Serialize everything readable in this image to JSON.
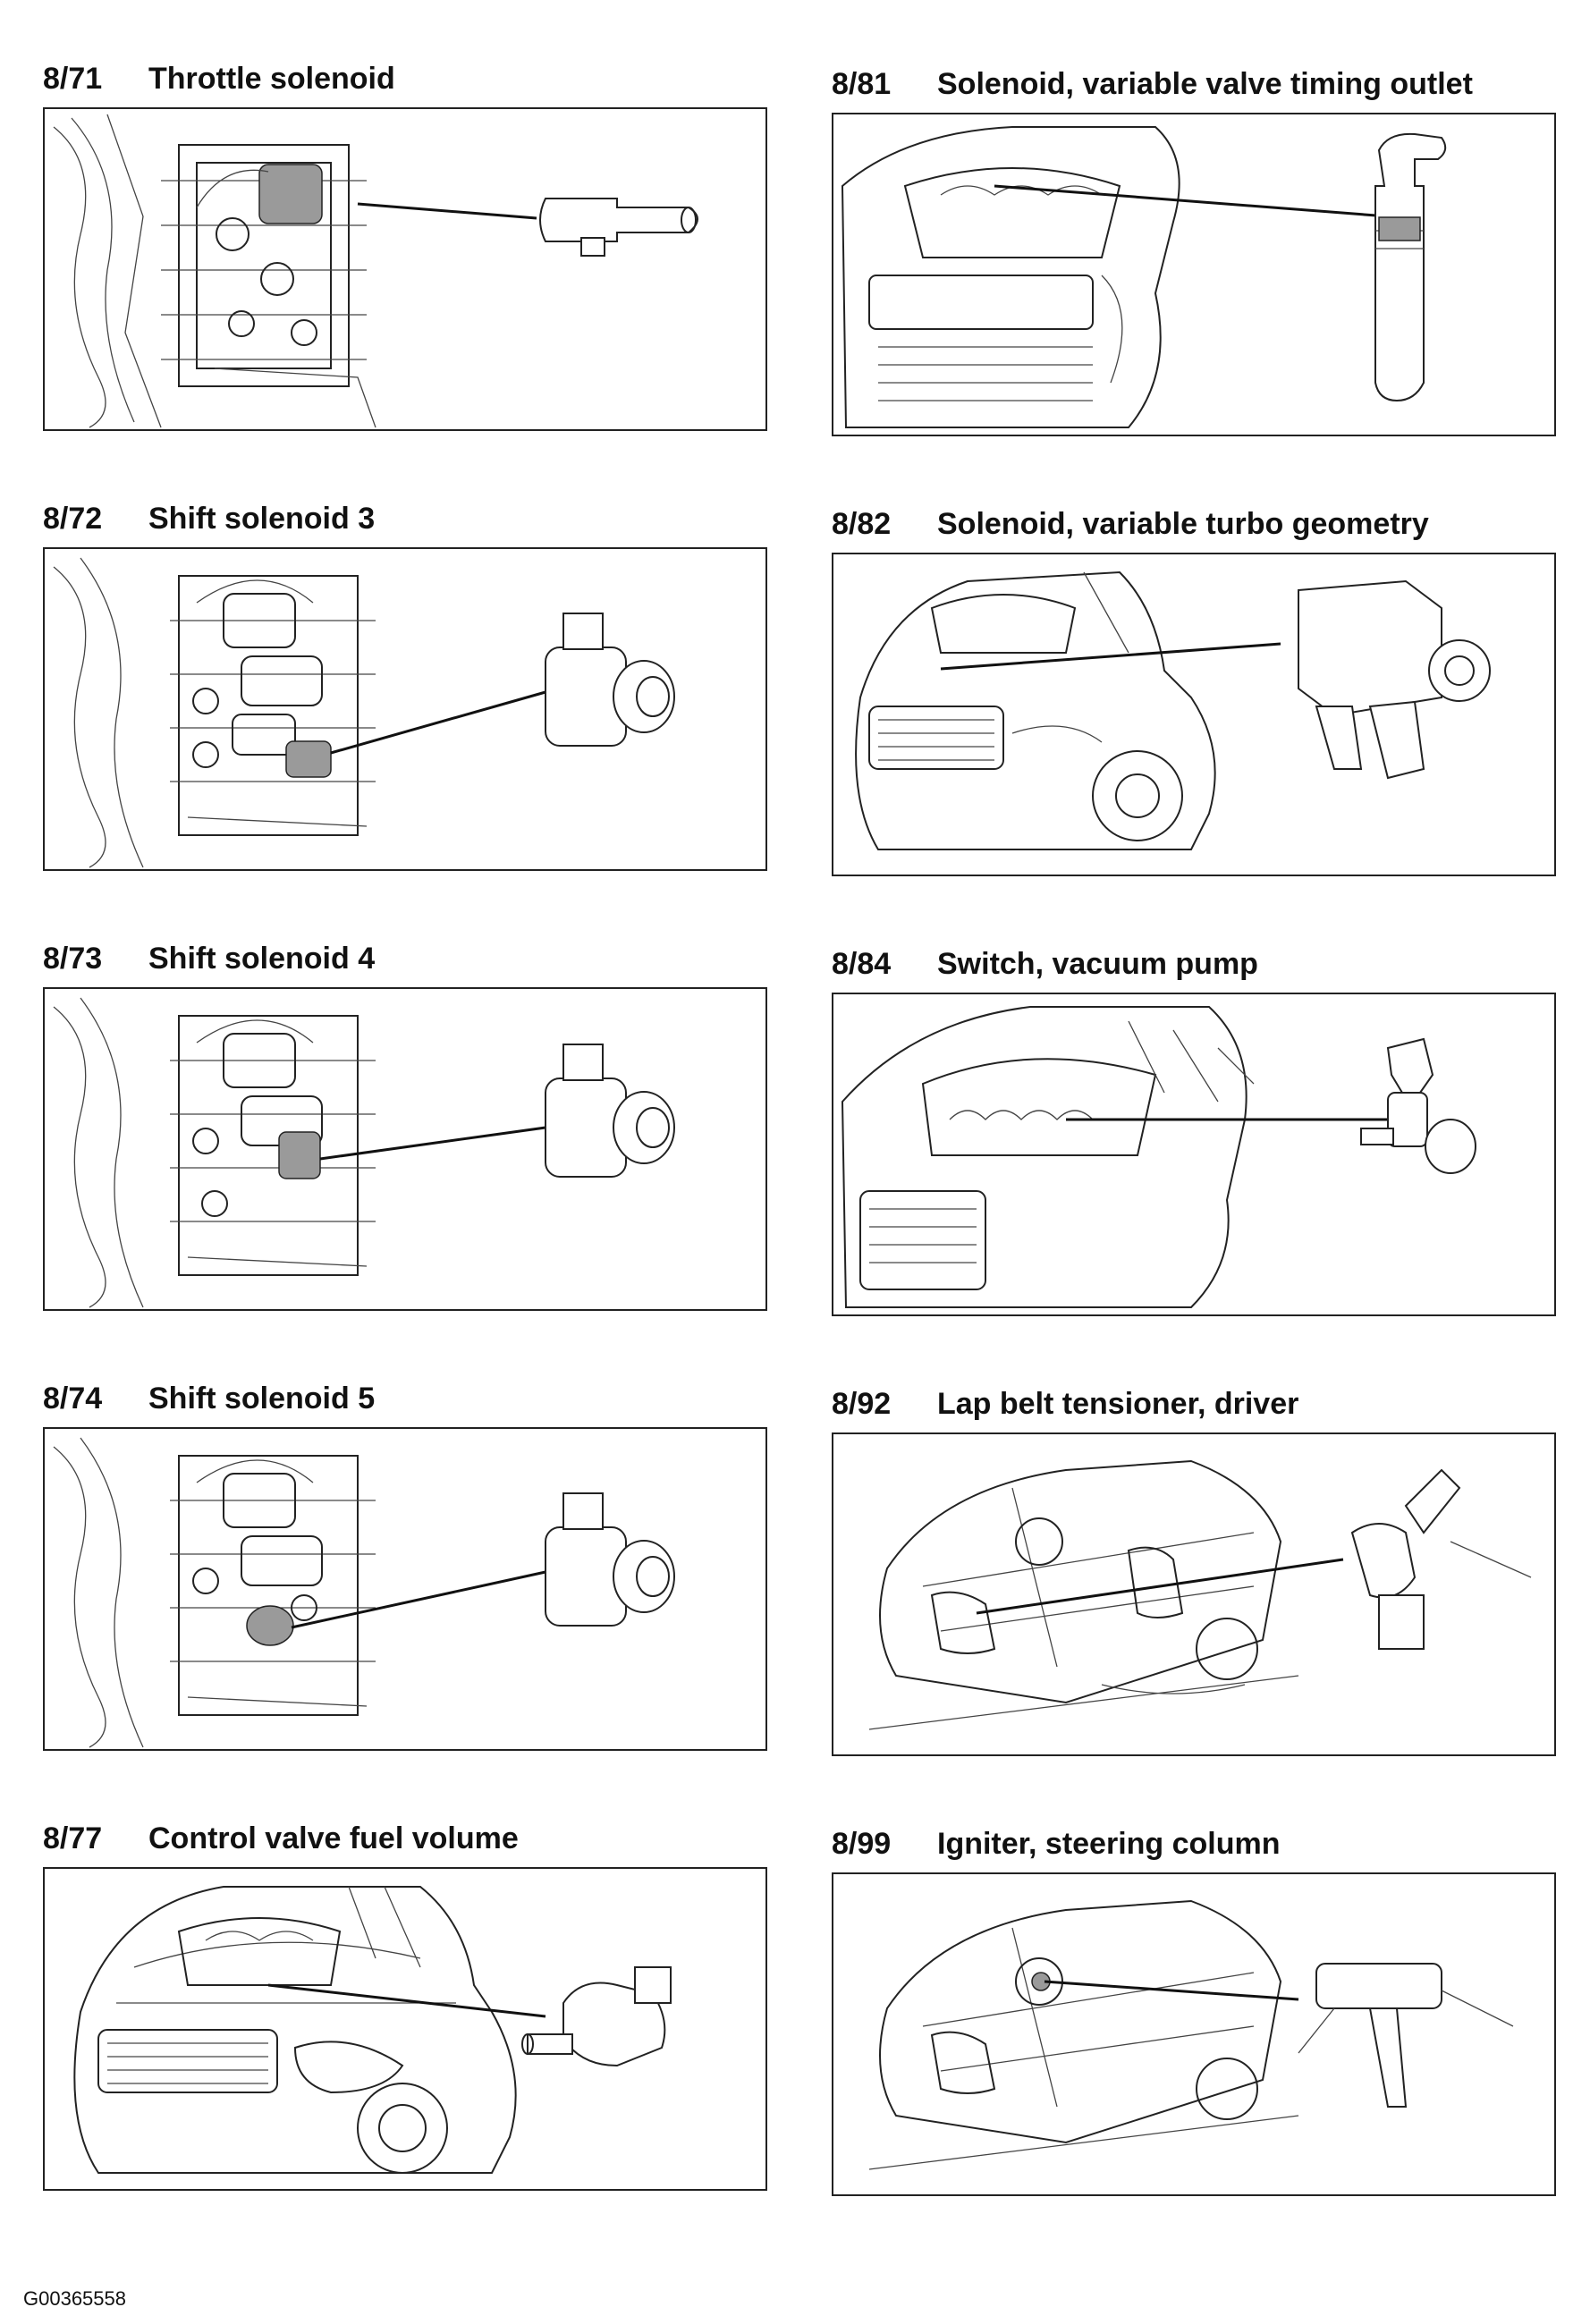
{
  "panels": [
    {
      "code": "8/71",
      "label": "Throttle solenoid"
    },
    {
      "code": "8/72",
      "label": "Shift solenoid 3"
    },
    {
      "code": "8/73",
      "label": "Shift solenoid 4"
    },
    {
      "code": "8/74",
      "label": "Shift solenoid 5"
    },
    {
      "code": "8/77",
      "label": "Control valve fuel volume"
    },
    {
      "code": "8/81",
      "label": "Solenoid, variable valve timing outlet"
    },
    {
      "code": "8/82",
      "label": "Solenoid, variable turbo geometry"
    },
    {
      "code": "8/84",
      "label": "Switch, vacuum pump"
    },
    {
      "code": "8/92",
      "label": "Lap belt tensioner, driver"
    },
    {
      "code": "8/99",
      "label": "Igniter, steering column"
    }
  ],
  "figure_code": "G00365558"
}
